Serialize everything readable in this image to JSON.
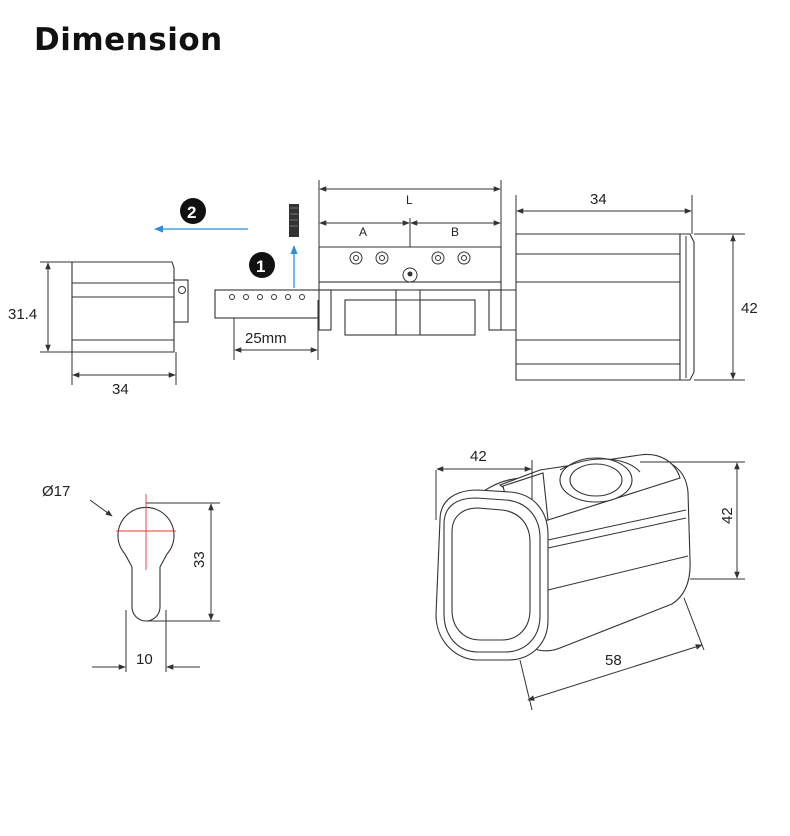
{
  "title": "Dimension",
  "steps": {
    "one": "1",
    "two": "2"
  },
  "labels": {
    "top_knob_height": "31.4",
    "top_knob_width": "34",
    "spindle_length": "25mm",
    "overall_length": "L",
    "side_a": "A",
    "side_b": "B",
    "right_unit_width": "34",
    "right_unit_height": "42",
    "hole_diameter": "Ø17",
    "hole_height": "33",
    "hole_width": "10",
    "iso_width": "42",
    "iso_height": "42",
    "iso_depth": "58"
  },
  "colors": {
    "arrow": "#2a8fd6",
    "crosshair": "#e53935",
    "ink": "#222222"
  }
}
